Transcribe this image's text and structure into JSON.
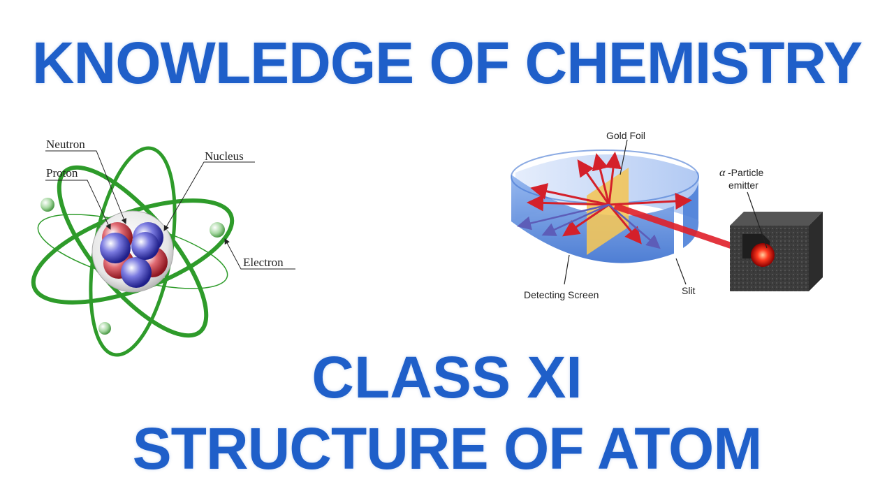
{
  "header": {
    "title": "KNOWLEDGE OF CHEMISTRY"
  },
  "footer": {
    "class_line": "CLASS XI",
    "topic_line": "STRUCTURE OF ATOM"
  },
  "atom_diagram": {
    "labels": {
      "neutron": "Neutron",
      "proton": "Proton",
      "nucleus": "Nucleus",
      "electron": "Electron"
    }
  },
  "rutherford_diagram": {
    "labels": {
      "gold_foil": "Gold Foil",
      "alpha_symbol": "α",
      "particle": "-Particle",
      "emitter": "emitter",
      "detecting_screen": "Detecting Screen",
      "slit": "Slit"
    }
  },
  "colors": {
    "headline_blue": "#1f5fc9",
    "orbit_green": "#2e9b2a",
    "proton_red": "#c0303a",
    "neutron_blue": "#3a3ab8",
    "screen_blue": "#5d8fe0",
    "foil_gold": "#f2c55a",
    "beam_red": "#e0202a"
  }
}
